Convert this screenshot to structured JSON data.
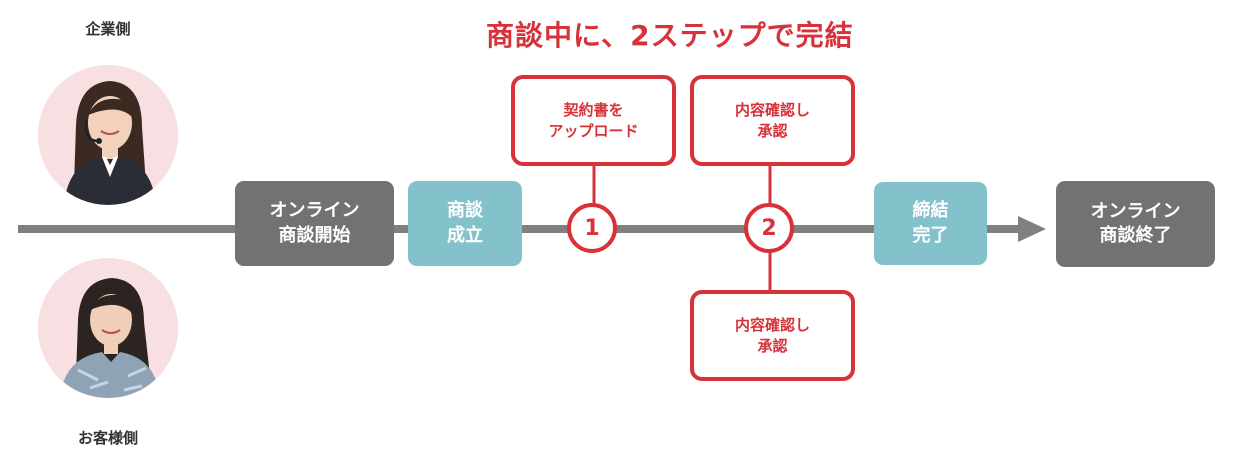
{
  "title": "商談中に、2ステップで完結",
  "company_label": "企業側",
  "customer_label": "お客様側",
  "flow": {
    "start": "オンライン\n商談開始",
    "deal": "商談\n成立",
    "concluded": "締結\n完了",
    "end": "オンライン\n商談終了"
  },
  "steps": [
    {
      "number": "1",
      "action": "契約書を\nアップロード"
    },
    {
      "number": "2",
      "company_action": "内容確認し\n承認",
      "customer_action": "内容確認し\n承認"
    }
  ],
  "colors": {
    "accent": "#d7323a",
    "process_gray": "#727272",
    "milestone_teal": "#84c2cb",
    "timeline": "#808080",
    "avatar_bg": "#f8dfe1"
  }
}
